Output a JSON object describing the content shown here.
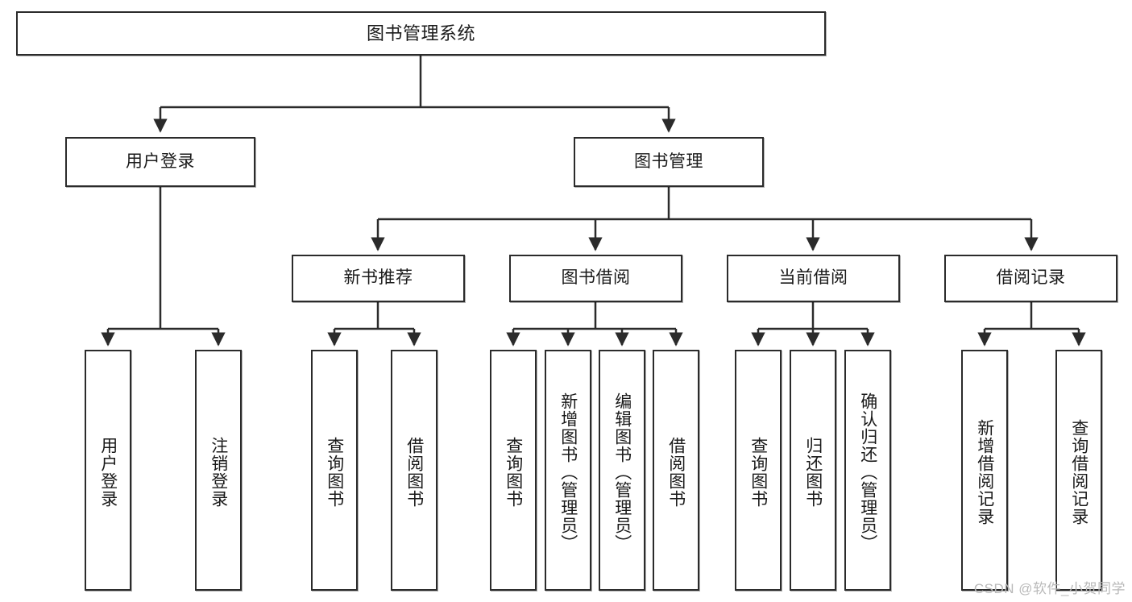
{
  "diagram": {
    "type": "tree-hierarchy-chart",
    "title": "图书管理系统",
    "colors": {
      "box_border": "#2b2b2b",
      "box_fill": "#ffffff",
      "edge": "#2b2b2b",
      "background": "#ffffff",
      "watermark": "#b9b9b9"
    },
    "levels": {
      "root": {
        "label": "图书管理系统"
      },
      "level2": [
        {
          "label": "用户登录"
        },
        {
          "label": "图书管理"
        }
      ],
      "level3": [
        {
          "label": "新书推荐"
        },
        {
          "label": "图书借阅"
        },
        {
          "label": "当前借阅"
        },
        {
          "label": "借阅记录"
        }
      ],
      "leaves": [
        {
          "label": "用户登录",
          "parent": "用户登录"
        },
        {
          "label": "注销登录",
          "parent": "用户登录"
        },
        {
          "label": "查询图书",
          "parent": "新书推荐"
        },
        {
          "label": "借阅图书",
          "parent": "新书推荐"
        },
        {
          "label": "查询图书",
          "parent": "图书借阅"
        },
        {
          "label": "新增图书（管理员）",
          "parent": "图书借阅"
        },
        {
          "label": "编辑图书（管理员）",
          "parent": "图书借阅"
        },
        {
          "label": "借阅图书",
          "parent": "图书借阅"
        },
        {
          "label": "查询图书",
          "parent": "当前借阅"
        },
        {
          "label": "归还图书",
          "parent": "当前借阅"
        },
        {
          "label": "确认归还（管理员）",
          "parent": "当前借阅"
        },
        {
          "label": "新增借阅记录",
          "parent": "借阅记录"
        },
        {
          "label": "查询借阅记录",
          "parent": "借阅记录"
        }
      ]
    },
    "watermark": "CSDN @软件_小贺同学"
  }
}
